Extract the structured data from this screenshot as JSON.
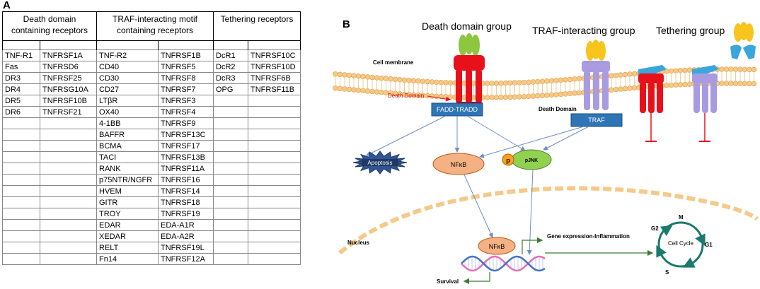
{
  "panelA": {
    "letter": "A",
    "headers": {
      "death": "Death domain containing receptors",
      "traf": "TRAF-interacting motif containing receptors",
      "tether": "Tethering receptors"
    },
    "death_rows": [
      [
        "TNF-R1",
        "TNFRSF1A"
      ],
      [
        "Fas",
        "TNFRSD6"
      ],
      [
        "DR3",
        "TNFRSF25"
      ],
      [
        "DR4",
        "TNFRSG10A"
      ],
      [
        "DR5",
        "TNFRSF10B"
      ],
      [
        "DR6",
        "TNFRSF21"
      ]
    ],
    "traf_rows": [
      [
        "TNF-R2",
        "TNFRSF1B"
      ],
      [
        "CD40",
        "TNFRSF5"
      ],
      [
        "CD30",
        "TNFRSF8"
      ],
      [
        "CD27",
        "TNFRSF7"
      ],
      [
        "LTβR",
        "TNFRSF3"
      ],
      [
        "OX40",
        "TNFRSF4"
      ],
      [
        "4-1BB",
        "TNFRSF9"
      ],
      [
        "BAFFR",
        "TNFRSF13C"
      ],
      [
        "BCMA",
        "TNFRSF17"
      ],
      [
        "TACI",
        "TNFRSF13B"
      ],
      [
        "RANK",
        "TNFRSF11A"
      ],
      [
        "p75NTR/NGFR",
        "TNFRSF16"
      ],
      [
        "HVEM",
        "TNFRSF14"
      ],
      [
        "GITR",
        "TNFRSF18"
      ],
      [
        "TROY",
        "TNFRSF19"
      ],
      [
        "EDAR",
        "EDA-A1R"
      ],
      [
        "XEDAR",
        "EDA-A2R"
      ],
      [
        "RELT",
        "TNFRSF19L"
      ],
      [
        "Fn14",
        "TNFRSF12A"
      ]
    ],
    "tether_rows": [
      [
        "DcR1",
        "TNFRSF10C"
      ],
      [
        "DcR2",
        "TNFRSF10D"
      ],
      [
        "DcR3",
        "TNFRSF6B"
      ],
      [
        "OPG",
        "TNFRSF11B"
      ]
    ]
  },
  "panelB": {
    "letter": "B",
    "group_death": "Death domain group",
    "group_traf": "TRAF-interacting group",
    "group_tether": "Tethering group",
    "cell_membrane": "Cell membrane",
    "death_domain_1": "Death Domain",
    "death_domain_2": "Death Domain",
    "fadd_tradd": "FADD-TRADD",
    "traf": "TRAF",
    "apoptosis": "Apoptosis",
    "nfkb_1": "NFκB",
    "nfkb_2": "NFκB",
    "p_label": "p",
    "pjnk": "pJNK",
    "nucleus": "Nucleus",
    "gene_expression": "Gene expression-Inflammation",
    "survival": "Survival",
    "cell_cycle": "Cell Cycle",
    "phase_m": "M",
    "phase_g1": "G1",
    "phase_s": "S",
    "phase_g2": "G2",
    "colors": {
      "death_receptor": "#e8101a",
      "traf_receptor": "#a99be0",
      "ligand_green": "#8dc63f",
      "ligand_yellow": "#f7c51e",
      "ligand_blue": "#3aa6dc",
      "adaptor_blue": "#2e75b6",
      "nfkb_fill": "#f4b183",
      "pjnk_fill": "#92d050",
      "apoptosis_fill": "#2f5597",
      "cellcycle": "#1a7a6e",
      "membrane": "#f5c98a"
    }
  }
}
